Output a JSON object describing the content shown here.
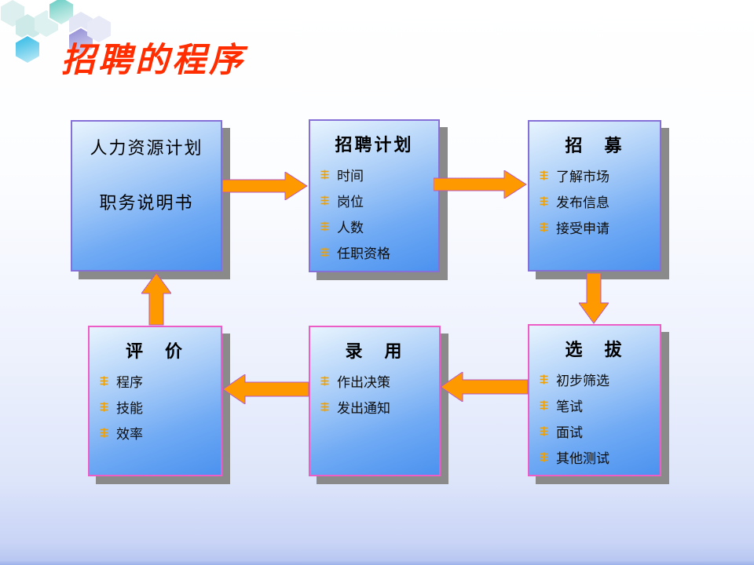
{
  "slide": {
    "title": "招聘的程序"
  },
  "colors": {
    "title_red": "#ff2d00",
    "arrow_fill": "#ff9900",
    "arrow_outline": "#b558c8",
    "box_border_top_row": "#8470d6",
    "box_border_bottom_row": "#ec5ec6",
    "box_gradient_light": "#e8f4fe",
    "box_gradient_dark": "#4b92ef",
    "shadow_gray": "#8a8a8a"
  },
  "boxes": [
    {
      "name": "hr-plan",
      "title_lines": [
        "人力资源计划",
        "职务说明书"
      ],
      "bullets": []
    },
    {
      "name": "recruit-plan",
      "title": "招聘计划",
      "bullets": [
        "时间",
        "岗位",
        "人数",
        "任职资格"
      ]
    },
    {
      "name": "recruiting",
      "title": "招　募",
      "bullets": [
        "了解市场",
        "发布信息",
        "接受申请"
      ]
    },
    {
      "name": "evaluation",
      "title": "评　价",
      "bullets": [
        "程序",
        "技能",
        "效率"
      ]
    },
    {
      "name": "hiring",
      "title": "录　用",
      "bullets": [
        "作出决策",
        "发出通知"
      ]
    },
    {
      "name": "selection",
      "title": "选　拔",
      "bullets": [
        "初步筛选",
        "笔试",
        "面试",
        "其他测试"
      ]
    }
  ]
}
